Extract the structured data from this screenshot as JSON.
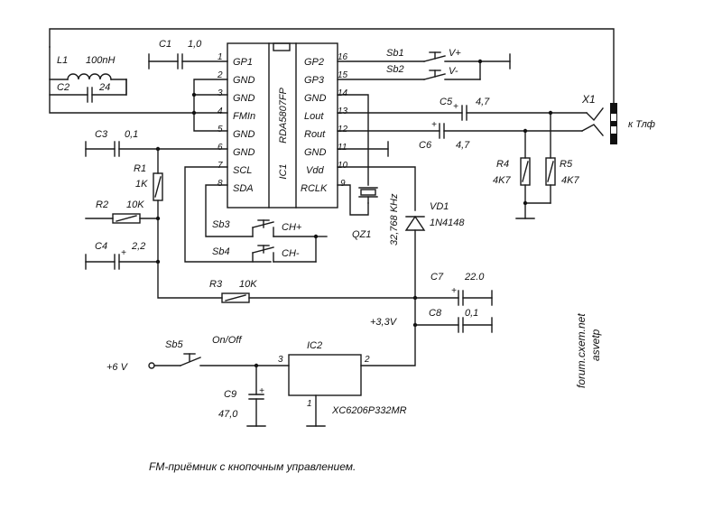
{
  "ic1": {
    "name": "IC1",
    "part": "RDA5807FP",
    "pins_left": [
      {
        "num": "1",
        "label": "GP1"
      },
      {
        "num": "2",
        "label": "GND"
      },
      {
        "num": "3",
        "label": "GND"
      },
      {
        "num": "4",
        "label": "FMIn"
      },
      {
        "num": "5",
        "label": "GND"
      },
      {
        "num": "6",
        "label": "GND"
      },
      {
        "num": "7",
        "label": "SCL"
      },
      {
        "num": "8",
        "label": "SDA"
      }
    ],
    "pins_right": [
      {
        "num": "16",
        "label": "GP2"
      },
      {
        "num": "15",
        "label": "GP3"
      },
      {
        "num": "14",
        "label": "GND"
      },
      {
        "num": "13",
        "label": "Lout"
      },
      {
        "num": "12",
        "label": "Rout"
      },
      {
        "num": "11",
        "label": "GND"
      },
      {
        "num": "10",
        "label": "Vdd"
      },
      {
        "num": "9",
        "label": "RCLK"
      }
    ]
  },
  "ic2": {
    "name": "IC2",
    "part": "XC6206P332MR",
    "pin_in": "3",
    "pin_out": "2",
    "pin_gnd": "1"
  },
  "components": {
    "L1": {
      "ref": "L1",
      "value": "100nH"
    },
    "C1": {
      "ref": "C1",
      "value": "1,0"
    },
    "C2": {
      "ref": "C2",
      "value": "24"
    },
    "C3": {
      "ref": "C3",
      "value": "0,1"
    },
    "C4": {
      "ref": "C4",
      "value": "2,2"
    },
    "C5": {
      "ref": "C5",
      "value": "4,7"
    },
    "C6": {
      "ref": "C6",
      "value": "4,7"
    },
    "C7": {
      "ref": "C7",
      "value": "22.0"
    },
    "C8": {
      "ref": "C8",
      "value": "0,1"
    },
    "C9": {
      "ref": "C9",
      "value": "47,0"
    },
    "R1": {
      "ref": "R1",
      "value": "1K"
    },
    "R2": {
      "ref": "R2",
      "value": "10K"
    },
    "R3": {
      "ref": "R3",
      "value": "10K"
    },
    "R4": {
      "ref": "R4",
      "value": "4K7"
    },
    "R5": {
      "ref": "R5",
      "value": "4K7"
    },
    "VD1": {
      "ref": "VD1",
      "value": "1N4148"
    },
    "QZ1": {
      "ref": "QZ1",
      "value": "32,768 KHz"
    },
    "X1": {
      "ref": "X1",
      "value": "к Тлф"
    }
  },
  "switches": {
    "Sb1": {
      "ref": "Sb1",
      "label": "V+"
    },
    "Sb2": {
      "ref": "Sb2",
      "label": "V-"
    },
    "Sb3": {
      "ref": "Sb3",
      "label": "CH+"
    },
    "Sb4": {
      "ref": "Sb4",
      "label": "CH-"
    },
    "Sb5": {
      "ref": "Sb5",
      "label": "On/Off"
    }
  },
  "power": {
    "input": "+6 V",
    "rail": "+3,3V"
  },
  "credits": {
    "site": "forum.cxem.net",
    "author": "asvetp"
  },
  "caption": "FM-приёмник с кнопочным управлением.",
  "plus_sign": "+"
}
